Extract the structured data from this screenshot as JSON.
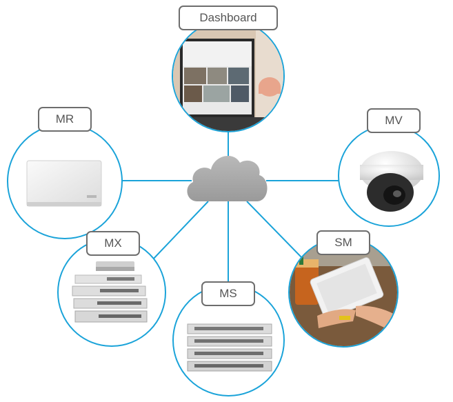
{
  "nodes": {
    "dashboard": {
      "label": "Dashboard"
    },
    "mr": {
      "label": "MR"
    },
    "mv": {
      "label": "MV"
    },
    "mx": {
      "label": "MX"
    },
    "ms": {
      "label": "MS"
    },
    "sm": {
      "label": "SM"
    }
  },
  "colors": {
    "link": "#1aa3d9",
    "circle_border": "#1aa3d9",
    "label_border": "#6d6d6d",
    "label_text": "#555555",
    "cloud": "#a7a7a7"
  },
  "icons": {
    "hub": "cloud-icon",
    "dashboard": "laptop-camera-feeds",
    "mr": "wireless-access-point",
    "mv": "dome-security-camera",
    "mx": "security-appliances",
    "ms": "network-switches",
    "sm": "hand-holding-tablet"
  }
}
